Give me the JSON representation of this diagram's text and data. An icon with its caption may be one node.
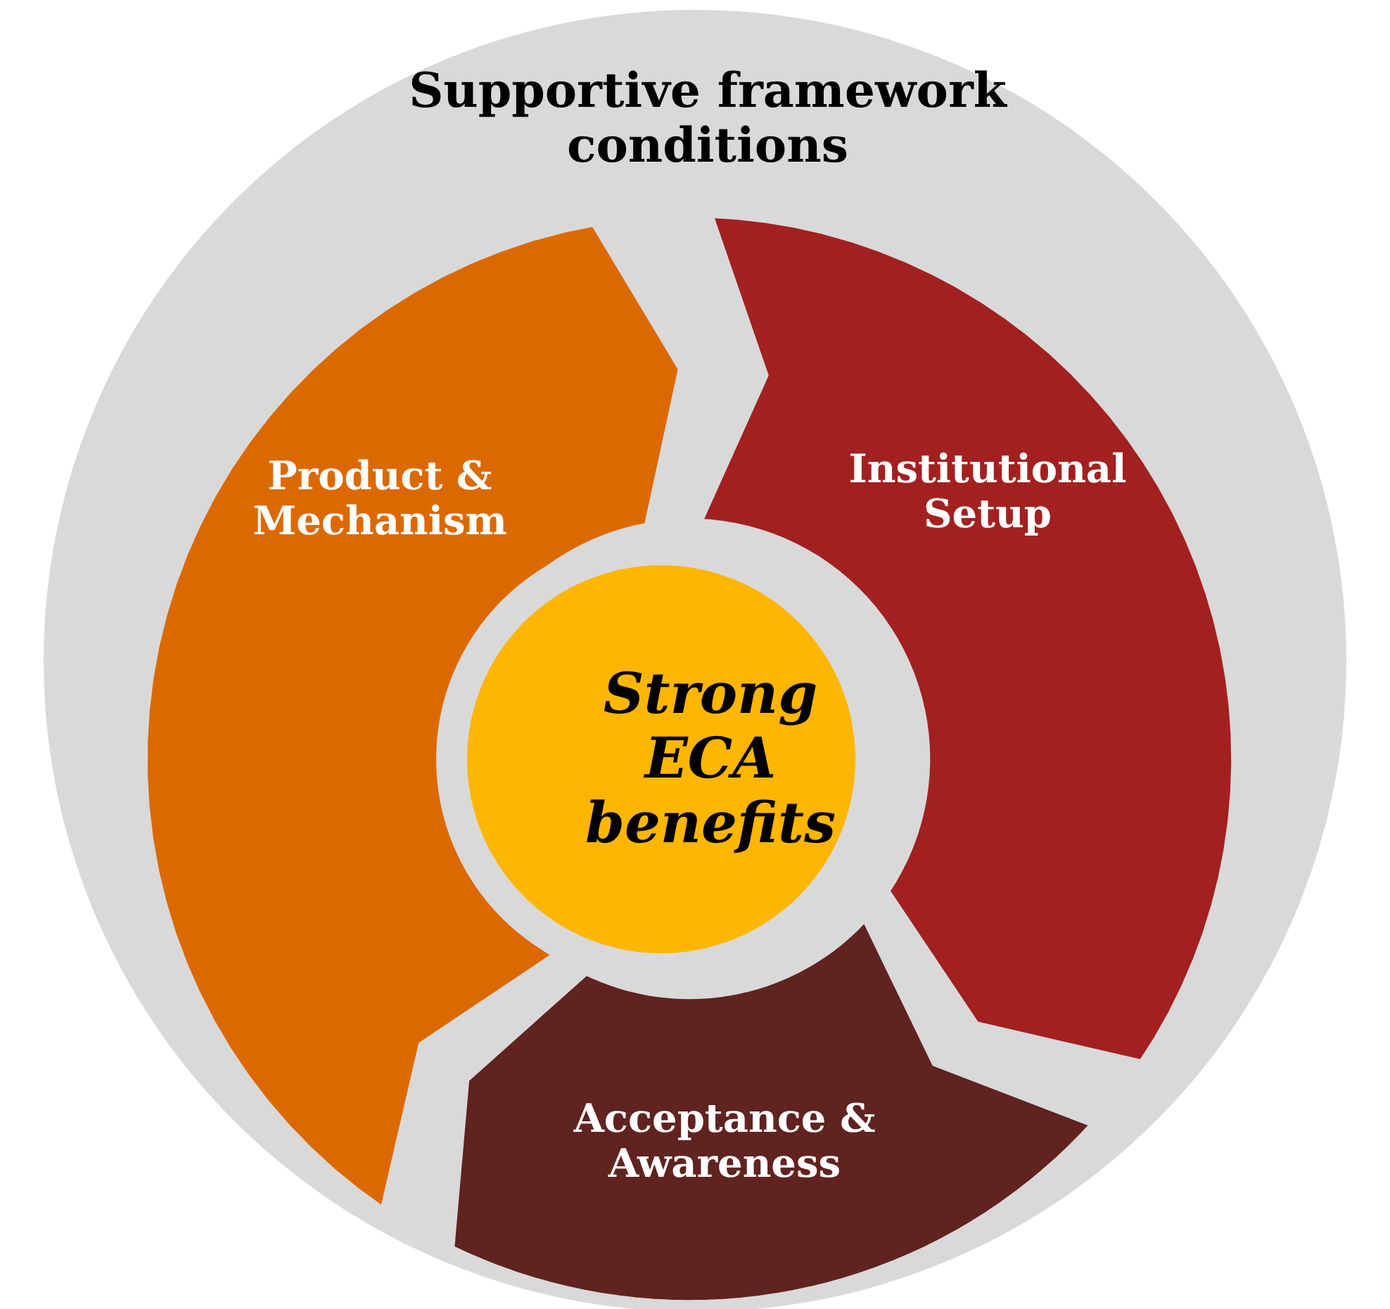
{
  "diagram": {
    "nodes": [
      {
        "text": [
          "Supportive framework conditions"
        ]
      },
      {
        "text": [
          "Product & Mechanism"
        ],
        "in": 0
      },
      {
        "text": [
          "Institutional Setup"
        ],
        "in": 0
      },
      {
        "text": [
          "Strong ECA benefits"
        ],
        "in": 0
      },
      {
        "text": [
          "Acceptance & Awareness"
        ],
        "in": 0
      }
    ]
  }
}
